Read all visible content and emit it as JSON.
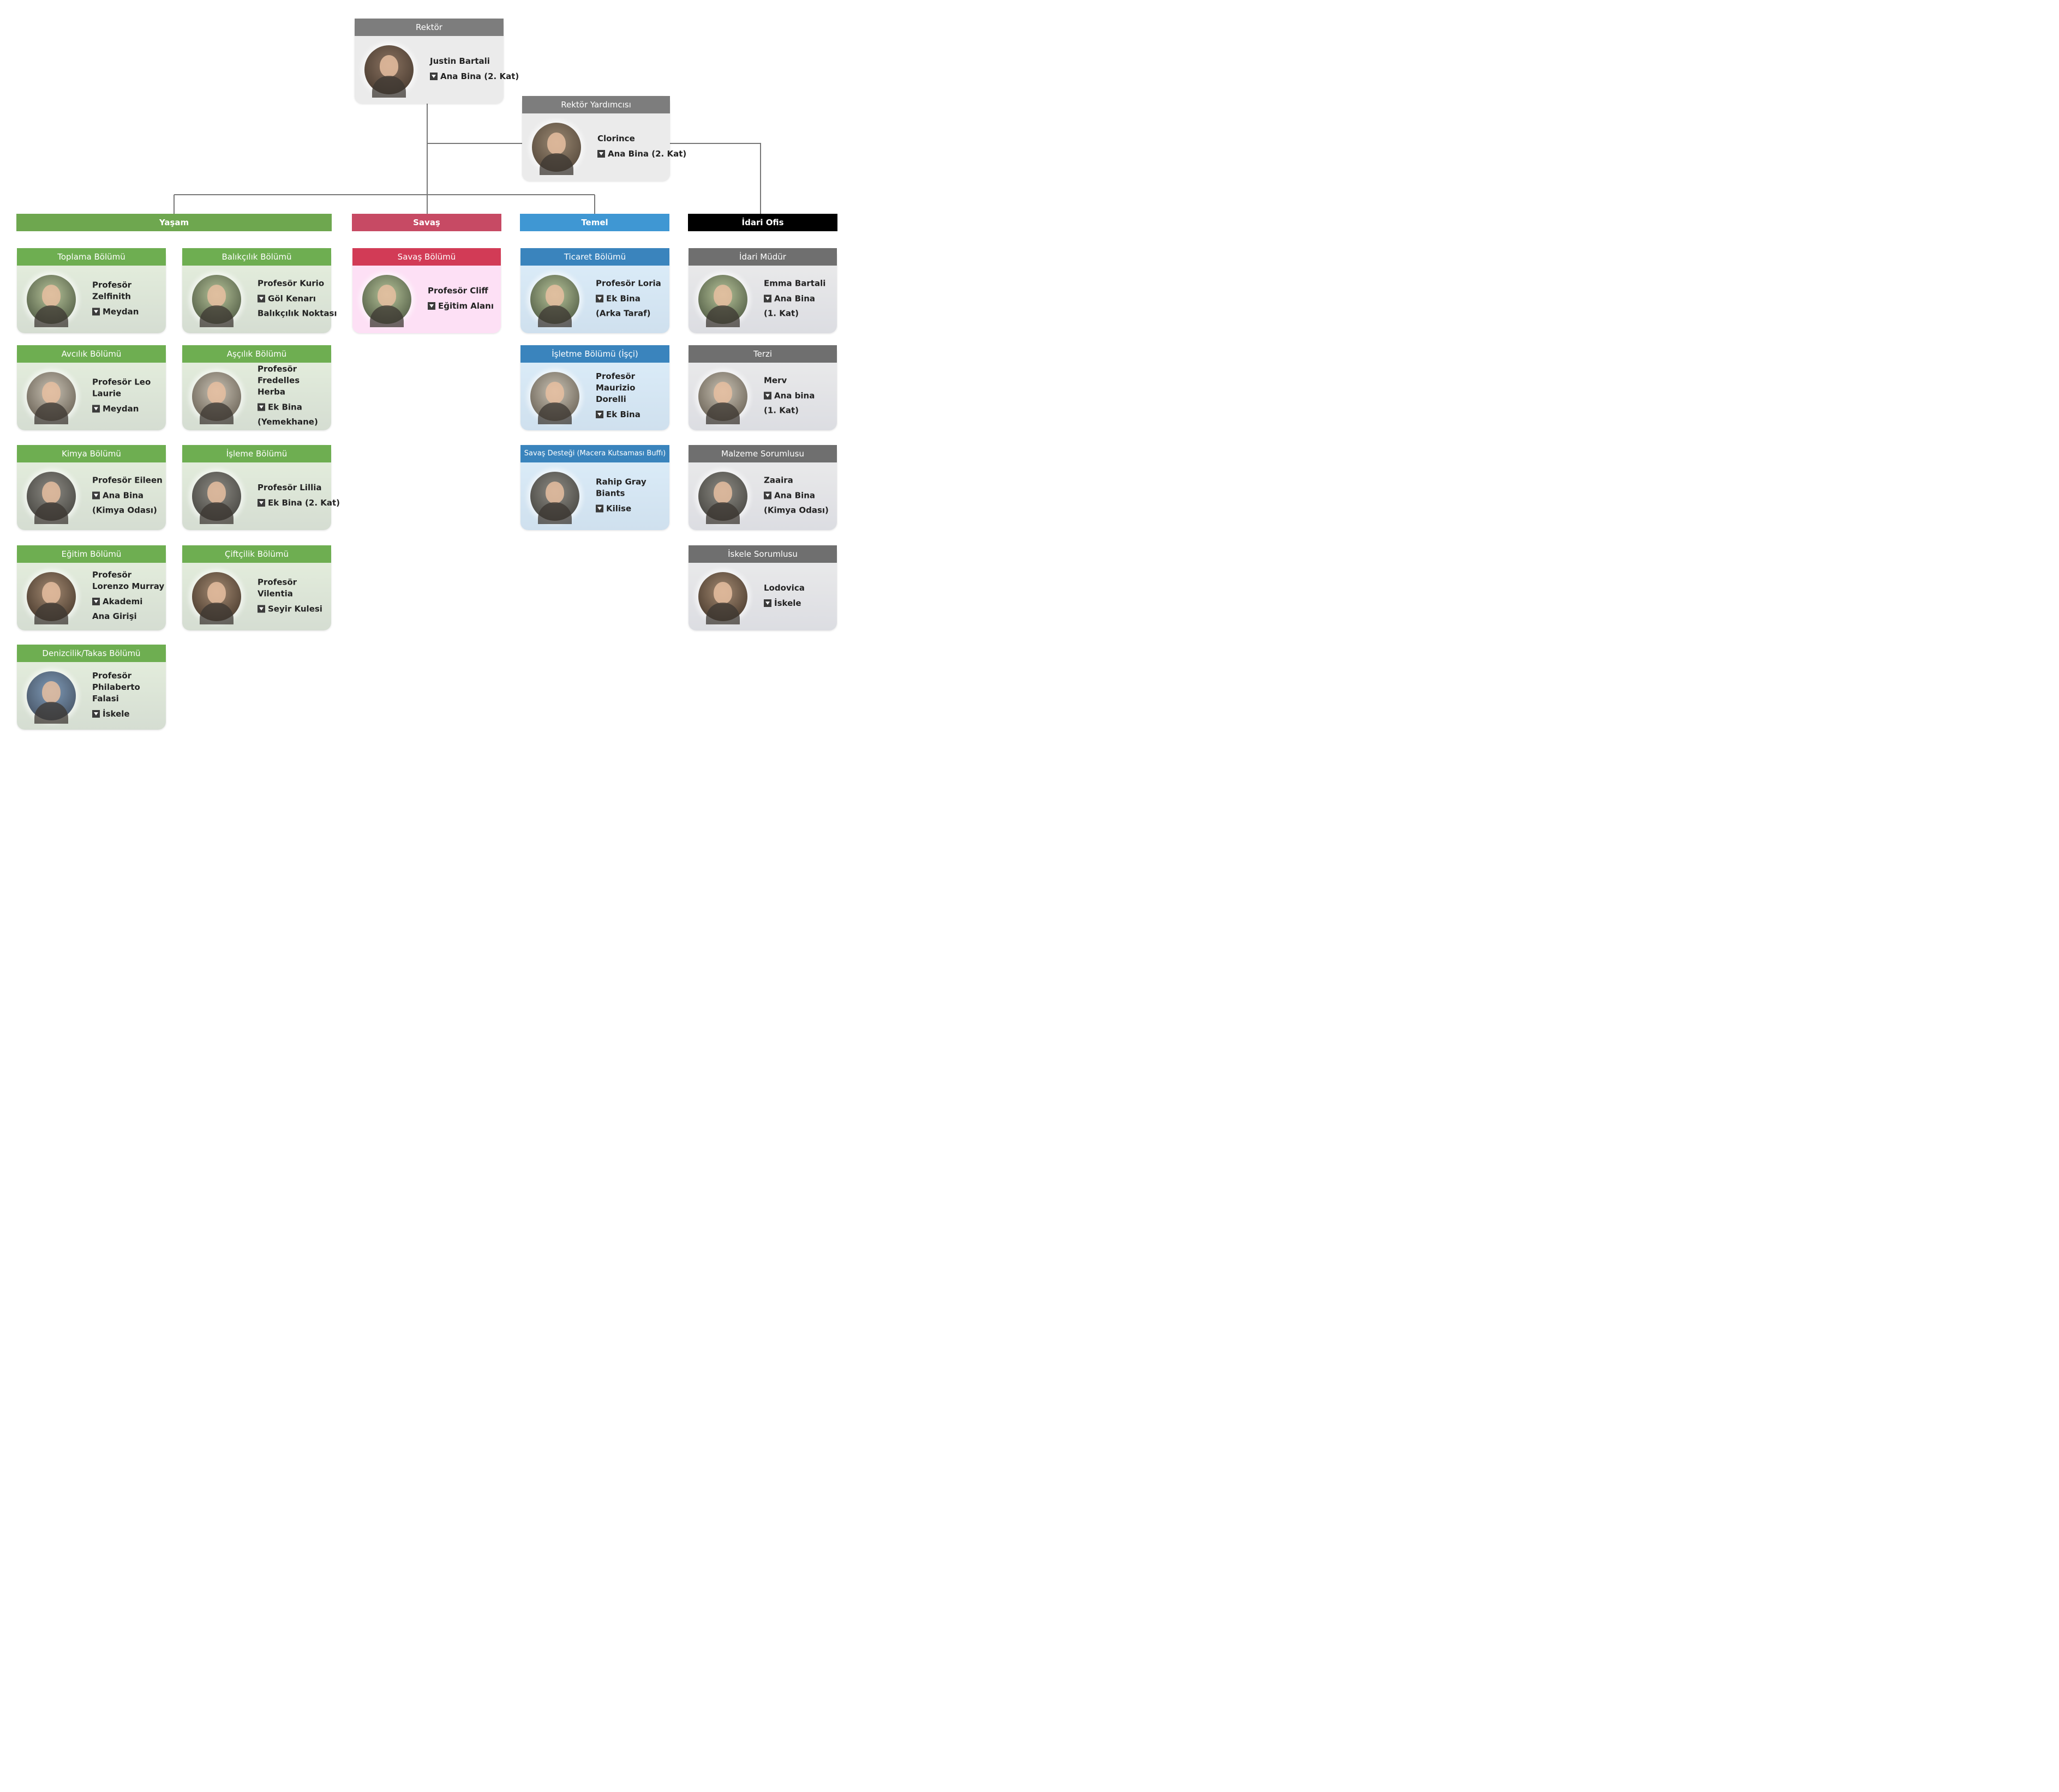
{
  "location_icon": "location-pin-icon",
  "top": {
    "rector": {
      "title": "Rektör",
      "name": "Justin Bartali",
      "location": "Ana Bina (2. Kat)",
      "location_cont": ""
    },
    "vice": {
      "title": "Rektör Yardımcısı",
      "name": "Clorince",
      "location": "Ana Bina (2. Kat)",
      "location_cont": ""
    }
  },
  "divisions": {
    "life": {
      "label": "Yaşam",
      "color": "#6ea74f"
    },
    "war": {
      "label": "Savaş",
      "color": "#c74a64"
    },
    "basic": {
      "label": "Temel",
      "color": "#3f97d3"
    },
    "admin": {
      "label": "İdari Ofis",
      "color": "#000000"
    }
  },
  "life_left": [
    {
      "title": "Toplama Bölümü",
      "name": "Profesör Zelfinith",
      "location": "Meydan",
      "location_cont": ""
    },
    {
      "title": "Avcılık Bölümü",
      "name": "Profesör Leo Laurie",
      "location": "Meydan",
      "location_cont": ""
    },
    {
      "title": "Kimya Bölümü",
      "name": "Profesör Eileen",
      "location": "Ana Bina",
      "location_cont": "(Kimya Odası)"
    },
    {
      "title": "Eğitim Bölümü",
      "name": "Profesör Lorenzo Murray",
      "location": "Akademi",
      "location_cont": "Ana Girişi"
    },
    {
      "title": "Denizcilik/Takas Bölümü",
      "name": "Profesör Philaberto Falasi",
      "location": "İskele",
      "location_cont": ""
    }
  ],
  "life_right": [
    {
      "title": "Balıkçılık Bölümü",
      "name": "Profesör Kurio",
      "location": "Göl Kenarı",
      "location_cont": "Balıkçılık Noktası"
    },
    {
      "title": "Aşçılık Bölümü",
      "name": "Profesör Fredelles Herba",
      "location": "Ek Bina",
      "location_cont": "(Yemekhane)"
    },
    {
      "title": "İşleme Bölümü",
      "name": "Profesör Lillia",
      "location": "Ek Bina (2. Kat)",
      "location_cont": ""
    },
    {
      "title": "Çiftçilik Bölümü",
      "name": "Profesör Vilentia",
      "location": "Seyir Kulesi",
      "location_cont": ""
    }
  ],
  "war": [
    {
      "title": "Savaş Bölümü",
      "name": "Profesör Cliff",
      "location": "Eğitim Alanı",
      "location_cont": ""
    }
  ],
  "basic": [
    {
      "title": "Ticaret Bölümü",
      "name": "Profesör Loria",
      "location": "Ek Bina",
      "location_cont": "(Arka Taraf)"
    },
    {
      "title": "İşletme Bölümü (İşçi)",
      "name": "Profesör Maurizio Dorelli",
      "location": "Ek Bina",
      "location_cont": ""
    },
    {
      "title": "Savaş Desteği (Macera Kutsaması Buffı)",
      "name": "Rahip Gray Biants",
      "location": "Kilise",
      "location_cont": ""
    }
  ],
  "admin": [
    {
      "title": "İdari Müdür",
      "name": "Emma Bartali",
      "location": "Ana Bina",
      "location_cont": "(1. Kat)"
    },
    {
      "title": "Terzi",
      "name": "Merv",
      "location": "Ana bina",
      "location_cont": "(1. Kat)"
    },
    {
      "title": "Malzeme Sorumlusu",
      "name": "Zaaira",
      "location": "Ana Bina",
      "location_cont": "(Kimya Odası)"
    },
    {
      "title": "İskele Sorumlusu",
      "name": "Lodovica",
      "location": "İskele",
      "location_cont": ""
    }
  ]
}
